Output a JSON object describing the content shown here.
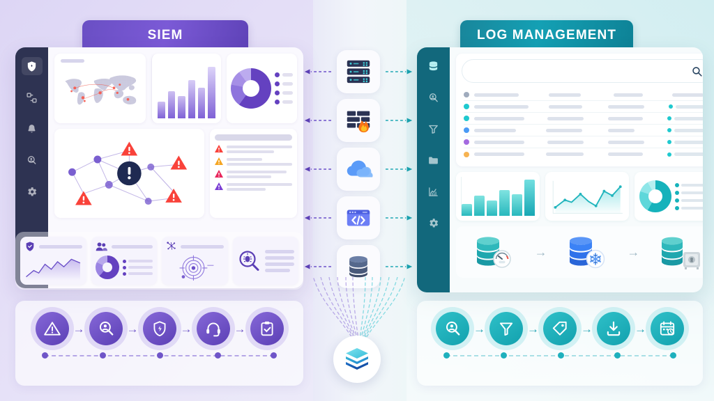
{
  "meta": {
    "title": "SIEM vs Log Management comparison infographic",
    "left_panel_title": "SIEM",
    "right_panel_title": "LOG MANAGEMENT"
  },
  "colors": {
    "siem_primary": "#6a4fc4",
    "siem_accent": "#8668d8",
    "siem_rail": "#2e3352",
    "log_primary": "#12a1ae",
    "log_accent": "#2fc0c8",
    "log_rail": "#12687c",
    "alert_red": "#f9423a",
    "alert_amber": "#f5a623",
    "alert_crimson": "#e8265c",
    "alert_violet": "#7b3fd4",
    "background_left": "#ddd6f5",
    "background_right": "#d2eef1"
  },
  "siem": {
    "header": {
      "label": "SIEM"
    },
    "sidebar": {
      "items": [
        {
          "name": "shield",
          "icon": "shield-icon",
          "active": true
        },
        {
          "name": "dashboard",
          "icon": "dashboard-grid-icon",
          "active": false
        },
        {
          "name": "alerts",
          "icon": "bell-icon",
          "active": false
        },
        {
          "name": "user-search",
          "icon": "user-search-icon",
          "active": false
        },
        {
          "name": "settings",
          "icon": "gear-icon",
          "active": false
        }
      ]
    },
    "widgets": {
      "threat_map": {
        "name": "global-threat-map",
        "hotspots": 9
      },
      "bar_chart": {
        "name": "events-bar-chart",
        "values": [
          28,
          46,
          38,
          66,
          52,
          88
        ]
      },
      "donut_chart": {
        "name": "threat-category-donut",
        "segments": [
          62,
          18,
          12,
          8
        ],
        "legend_rows": 4
      },
      "network_graph": {
        "name": "attack-network-graph",
        "nodes": 7,
        "alert_markers": 4,
        "center_label": "!"
      },
      "alert_list": {
        "name": "alert-feed",
        "rows": [
          {
            "severity": "critical",
            "color": "#f9423a"
          },
          {
            "severity": "high",
            "color": "#f5a623"
          },
          {
            "severity": "medium",
            "color": "#e8265c"
          },
          {
            "severity": "low",
            "color": "#7b3fd4"
          }
        ]
      }
    },
    "metric_cards": [
      {
        "name": "compliance-trend-card",
        "icon": "shield-check-icon",
        "visual": "area-line-chart"
      },
      {
        "name": "user-behavior-card",
        "icon": "users-icon",
        "visual": "donut-chart"
      },
      {
        "name": "threat-intel-card",
        "icon": "node-network-icon",
        "visual": "radar-target"
      },
      {
        "name": "threat-hunting-card",
        "icon": "bug-magnifier-icon",
        "visual": "text-lines"
      }
    ],
    "workflow": {
      "name": "incident-response-workflow",
      "steps": [
        {
          "icon": "alert-triangle-icon",
          "name": "detect-step"
        },
        {
          "icon": "magnifier-search-icon",
          "name": "investigate-step"
        },
        {
          "icon": "shield-bolt-icon",
          "name": "contain-step"
        },
        {
          "icon": "headset-icon",
          "name": "respond-step"
        },
        {
          "icon": "clipboard-check-icon",
          "name": "report-step"
        }
      ],
      "arrow": "→"
    }
  },
  "log": {
    "header": {
      "label": "LOG MANAGEMENT"
    },
    "sidebar": {
      "items": [
        {
          "name": "database",
          "icon": "database-icon",
          "active": true
        },
        {
          "name": "search",
          "icon": "search-icon",
          "active": false
        },
        {
          "name": "filter",
          "icon": "funnel-icon",
          "active": false
        },
        {
          "name": "folders",
          "icon": "folder-icon",
          "active": false
        },
        {
          "name": "analytics",
          "icon": "line-chart-icon",
          "active": false
        },
        {
          "name": "settings",
          "icon": "gear-icon",
          "active": false
        }
      ]
    },
    "search": {
      "name": "log-search-input",
      "value": "",
      "placeholder": "",
      "icon": "search-icon"
    },
    "table": {
      "name": "log-results-table",
      "header_row": {
        "dot_color": "#9fabbd"
      },
      "rows": [
        {
          "dot_color": "#1fc9cf",
          "has_tail": true
        },
        {
          "dot_color": "#1fc9cf",
          "has_tail": true
        },
        {
          "dot_color": "#4a9af5",
          "has_tail": true
        },
        {
          "dot_color": "#a46ae0",
          "has_tail": true
        },
        {
          "dot_color": "#f6b352",
          "has_tail": true
        }
      ],
      "columns": 4
    },
    "charts": [
      {
        "name": "volume-bar-chart",
        "type": "bar",
        "values": [
          30,
          52,
          40,
          66,
          56,
          92
        ]
      },
      {
        "name": "ingest-trend-chart",
        "type": "area",
        "values": [
          18,
          34,
          46,
          36,
          24,
          58,
          70,
          62,
          80
        ]
      },
      {
        "name": "source-breakdown-donut",
        "type": "donut",
        "segments": [
          58,
          22,
          12,
          8
        ],
        "legend_rows": 4
      }
    ],
    "lifecycle": {
      "name": "log-retention-lifecycle",
      "stages": [
        {
          "name": "hot-storage",
          "icon": "database-gauge-icon"
        },
        {
          "name": "cold-storage",
          "icon": "database-snowflake-icon"
        },
        {
          "name": "archive-vault",
          "icon": "database-safe-icon"
        }
      ],
      "arrow": "→"
    },
    "workflow": {
      "name": "log-processing-workflow",
      "steps": [
        {
          "icon": "magnifier-search-icon",
          "name": "search-step"
        },
        {
          "icon": "funnel-icon",
          "name": "filter-step"
        },
        {
          "icon": "tag-icon",
          "name": "tag-step"
        },
        {
          "icon": "download-archive-icon",
          "name": "archive-step"
        },
        {
          "icon": "calendar-clock-icon",
          "name": "retention-step"
        }
      ],
      "arrow": "→"
    }
  },
  "connectors": {
    "name": "data-source-connectors",
    "items": [
      {
        "name": "server-rack-connector",
        "icon": "server-rack-icon"
      },
      {
        "name": "firewall-connector",
        "icon": "firewall-flame-icon"
      },
      {
        "name": "cloud-connector",
        "icon": "cloud-icon"
      },
      {
        "name": "application-connector",
        "icon": "code-window-icon"
      },
      {
        "name": "database-connector",
        "icon": "database-icon"
      }
    ],
    "arrow_left": "◀",
    "arrow_right": "▶"
  },
  "logo": {
    "name": "stacked-layers-logo",
    "icon": "layers-icon"
  }
}
